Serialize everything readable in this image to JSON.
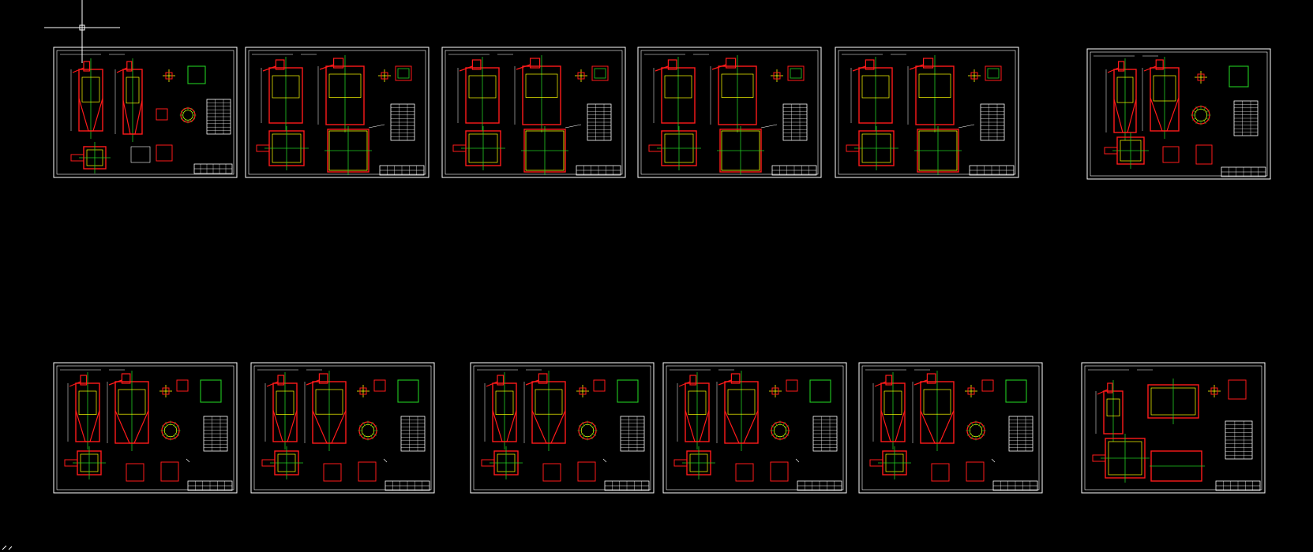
{
  "app": {
    "background": "#000000"
  },
  "colors": {
    "frame": "#ffffff",
    "red": "#ff1a1a",
    "green": "#22cc22",
    "yellow": "#ffff00",
    "white": "#ffffff",
    "cyan": "#00ffff"
  },
  "cursor": {
    "type": "crosshair-cursor"
  },
  "icons": {
    "ucs": "ucs-origin-icon",
    "cursor": "crosshair-cursor-icon"
  },
  "sheets": [
    {
      "id": "sheet-1",
      "layout": "A"
    },
    {
      "id": "sheet-2",
      "layout": "B"
    },
    {
      "id": "sheet-3",
      "layout": "B"
    },
    {
      "id": "sheet-4",
      "layout": "B"
    },
    {
      "id": "sheet-5",
      "layout": "B"
    },
    {
      "id": "sheet-6",
      "layout": "C"
    },
    {
      "id": "sheet-7",
      "layout": "D"
    },
    {
      "id": "sheet-8",
      "layout": "D"
    },
    {
      "id": "sheet-9",
      "layout": "D"
    },
    {
      "id": "sheet-10",
      "layout": "D"
    },
    {
      "id": "sheet-11",
      "layout": "D"
    },
    {
      "id": "sheet-12",
      "layout": "E"
    }
  ]
}
